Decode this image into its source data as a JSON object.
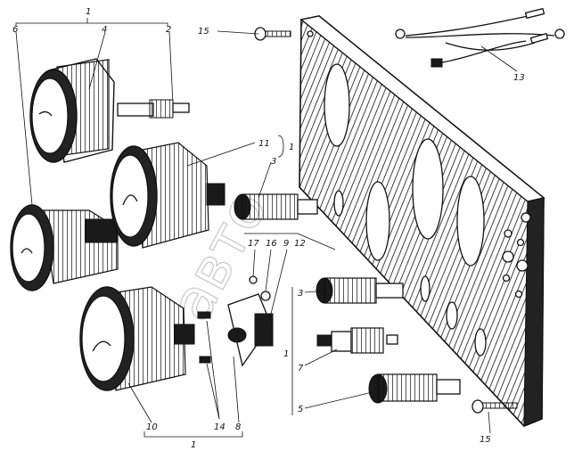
{
  "labels": {
    "l1_top": "1",
    "l1_bottom": "1",
    "l1_right_gauge": "1",
    "l1_switch_group": "1",
    "l2": "2",
    "l3_upper": "3",
    "l3_lower": "3",
    "l4": "4",
    "l5": "5",
    "l6": "6",
    "l7": "7",
    "l8": "8",
    "l9": "9",
    "l10": "10",
    "l11": "11",
    "l12": "12",
    "l13": "13",
    "l14": "14",
    "l15_top": "15",
    "l15_bottom": "15",
    "l16": "16",
    "l17": "17"
  },
  "watermark": "авто"
}
